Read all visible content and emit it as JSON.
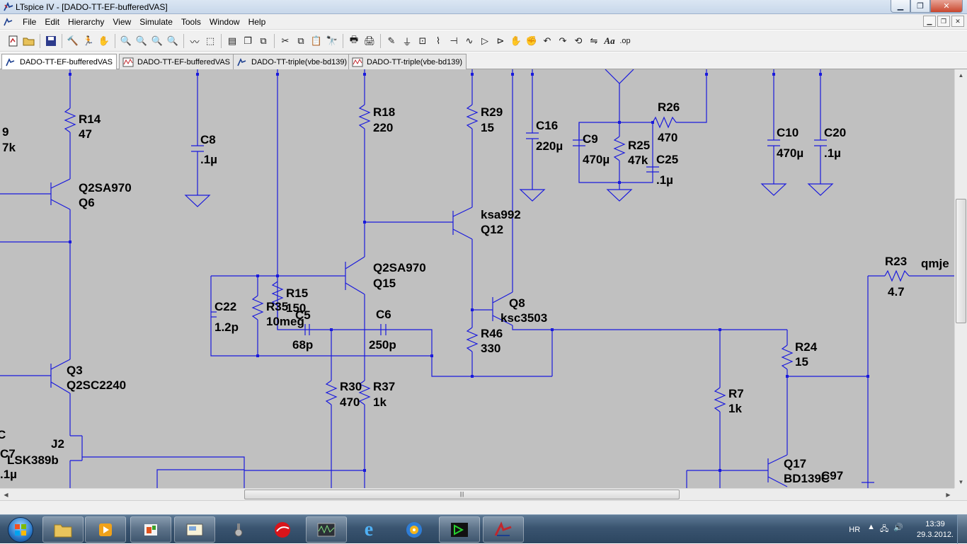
{
  "window": {
    "title": "LTspice IV - [DADO-TT-EF-bufferedVAS]"
  },
  "menu": [
    "File",
    "Edit",
    "Hierarchy",
    "View",
    "Simulate",
    "Tools",
    "Window",
    "Help"
  ],
  "toolbar": [
    "new-schematic",
    "open",
    "save",
    "control-panel",
    "run",
    "halt",
    "zoom-in",
    "pan",
    "zoom-out",
    "zoom-fit",
    "autoscale",
    "delete-traces",
    "tile-horizontal",
    "cascade",
    "close-all",
    "cut",
    "copy",
    "paste",
    "find",
    "print-setup",
    "print",
    "draw-wire",
    "ground",
    "label-net",
    "resistor",
    "capacitor",
    "inductor",
    "diode",
    "component",
    "move",
    "drag",
    "undo",
    "redo",
    "rotate",
    "mirror",
    "text",
    "spice-directive"
  ],
  "tabs": [
    {
      "label": "DADO-TT-EF-bufferedVAS",
      "kind": "schematic",
      "active": true
    },
    {
      "label": "DADO-TT-EF-bufferedVAS",
      "kind": "waveform",
      "active": false
    },
    {
      "label": "DADO-TT-triple(vbe-bd139)",
      "kind": "schematic",
      "active": false
    },
    {
      "label": "DADO-TT-triple(vbe-bd139)",
      "kind": "waveform",
      "active": false
    }
  ],
  "schematic": {
    "labels": [
      "9",
      "7k",
      "R14",
      "47",
      "Q2SA970",
      "Q6",
      "C8",
      ".1µ",
      "R18",
      "220",
      "R29",
      "15",
      "C16",
      "220µ",
      "C9",
      "470µ",
      "R25",
      "47k",
      "R26",
      "470",
      "C25",
      ".1µ",
      "C10",
      "470µ",
      "C20",
      ".1µ",
      "ksa992",
      "Q12",
      "R23",
      "qmje",
      "4.7",
      "Q2SA970",
      "Q15",
      "C22",
      "1.2p",
      "R35",
      "10meg",
      "R15",
      "150",
      "C5",
      "68p",
      "C6",
      "250p",
      "Q8",
      "ksc3503",
      "R46",
      "330",
      "R24",
      "15",
      "Q3",
      "Q2SC2240",
      "R30",
      "470",
      "R37",
      "1k",
      "R7",
      "1k",
      "J2",
      "C7",
      "LSK389b",
      ".1µ",
      "Q17",
      "BD139C",
      "C97",
      "C"
    ]
  },
  "taskbar": {
    "apps": [
      "explorer",
      "media-player",
      "office",
      "mail",
      "tool",
      "security",
      "oscilloscope",
      "internet-explorer",
      "media",
      "ltspice-waveform",
      "ltspice"
    ],
    "tray_lang": "HR",
    "time": "13:39",
    "date": "29.3.2012."
  }
}
